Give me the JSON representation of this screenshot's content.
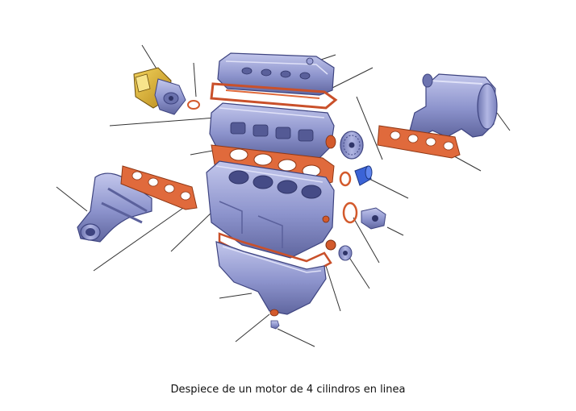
{
  "caption": "Despiece de un motor de 4 cilindros en linea",
  "colors": {
    "metal": "#8c93cc",
    "metal_dark": "#5d639e",
    "metal_light": "#c9cdee",
    "gasket": "#e06a3c",
    "gasket_dark": "#a8431e",
    "sensor": "#e0b634",
    "seal": "#3b63d6",
    "leader": "#333333"
  },
  "parts": [
    "distributor",
    "valve-cover",
    "valve-cover-gasket",
    "cylinder-head",
    "timing-pulley",
    "intake-manifold",
    "intake-gasket",
    "head-gasket",
    "exhaust-manifold",
    "exhaust-gasket",
    "engine-block",
    "front-seal",
    "oil-pump",
    "oil-pan-gasket",
    "crank-seal",
    "crank-pulley",
    "oil-pan",
    "drain-plug"
  ]
}
